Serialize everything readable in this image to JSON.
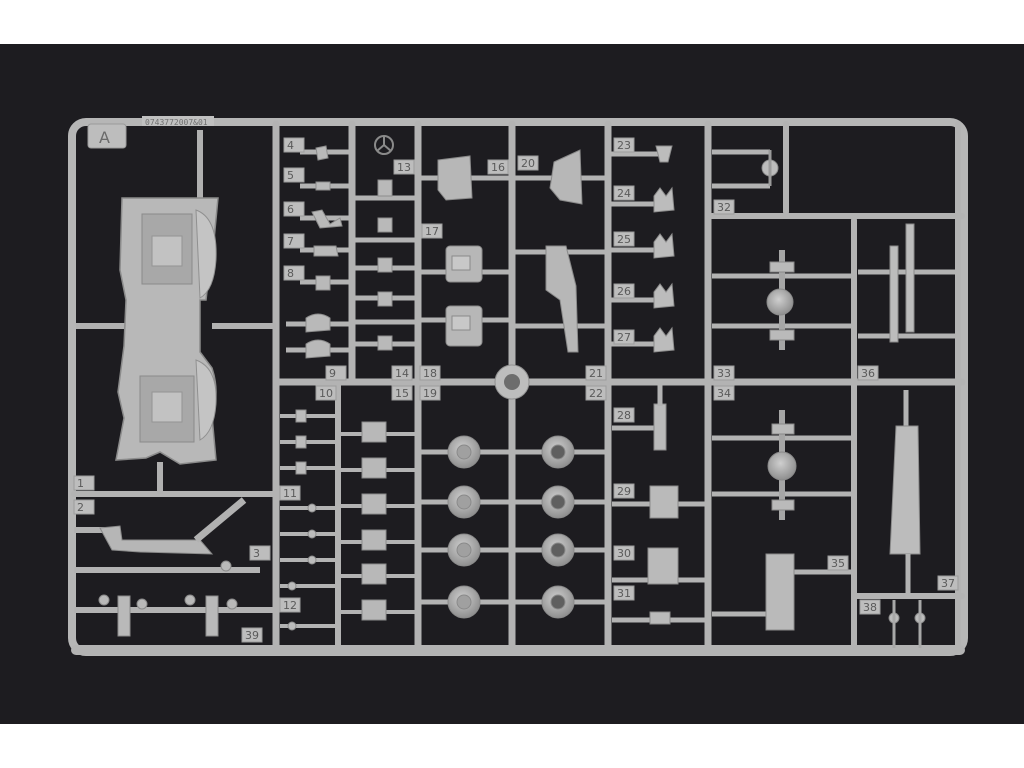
{
  "colors": {
    "background": "#1d1c20",
    "plastic": "#b4b4b4",
    "plastic_dark": "#8e8e8e",
    "plastic_light": "#c9c9c9",
    "border": "#ffffff"
  },
  "sprue": {
    "letter": "A",
    "code": "0743772007&01",
    "part_numbers": [
      "1",
      "2",
      "3",
      "4",
      "5",
      "6",
      "7",
      "8",
      "9",
      "10",
      "11",
      "12",
      "13",
      "14",
      "15",
      "16",
      "17",
      "18",
      "19",
      "20",
      "21",
      "22",
      "23",
      "24",
      "25",
      "26",
      "27",
      "28",
      "29",
      "30",
      "31",
      "32",
      "33",
      "34",
      "35",
      "36",
      "37",
      "38",
      "39"
    ]
  }
}
